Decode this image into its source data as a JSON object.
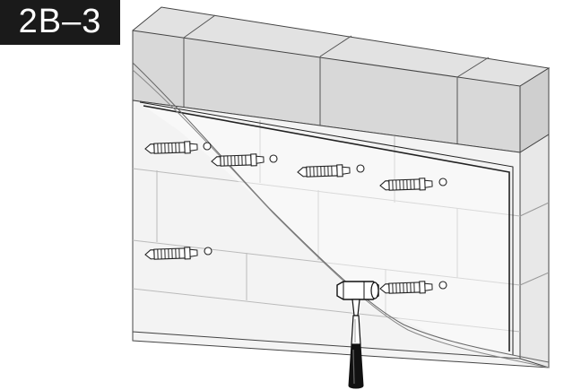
{
  "step": {
    "label": "2B–3"
  },
  "scene": {
    "anchors": [
      {
        "id": "anchor-1",
        "row": "upper"
      },
      {
        "id": "anchor-2",
        "row": "upper"
      },
      {
        "id": "anchor-3",
        "row": "upper"
      },
      {
        "id": "anchor-4",
        "row": "upper"
      },
      {
        "id": "anchor-5",
        "row": "lower"
      },
      {
        "id": "anchor-6",
        "row": "lower"
      }
    ],
    "tool": "hammer-icon",
    "colors": {
      "block_top": "#d6d6d6",
      "block_front": "#efefef",
      "wall_face": "#f6f6f6",
      "outline": "#333333",
      "badge_bg": "#1a1a1a"
    }
  }
}
